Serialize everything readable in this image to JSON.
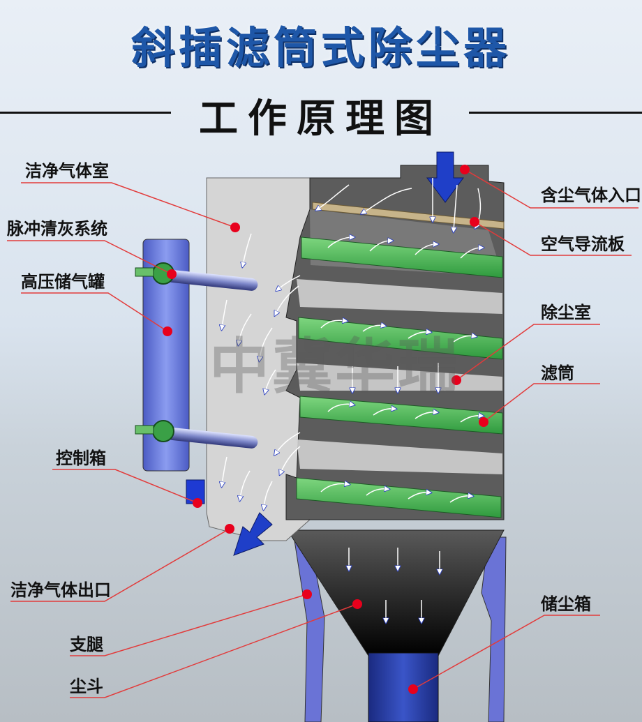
{
  "title": "斜插滤筒式除尘器",
  "subtitle": "工作原理图",
  "watermark": "中冀华瑞",
  "labels": {
    "clean_chamber": "洁净气体室",
    "pulse_system": "脉冲清灰系统",
    "air_tank": "高压储气罐",
    "control_box": "控制箱",
    "clean_outlet": "洁净气体出口",
    "legs": "支腿",
    "hopper": "尘斗",
    "dusty_inlet": "含尘气体入口",
    "guide_plate": "空气导流板",
    "dust_chamber": "除尘室",
    "filter_cartridge": "滤筒",
    "dust_bin": "储尘箱"
  },
  "colors": {
    "title": "#1e57a8",
    "body_gray": "#d8d8d8",
    "dark_gray": "#5a5a5a",
    "tank_blue": "#6c7fe0",
    "filter_green": "#3cab4a",
    "arrow_blue": "#1f3fc8",
    "marker_red": "#e8001c",
    "leader_red": "#e23b3b"
  }
}
